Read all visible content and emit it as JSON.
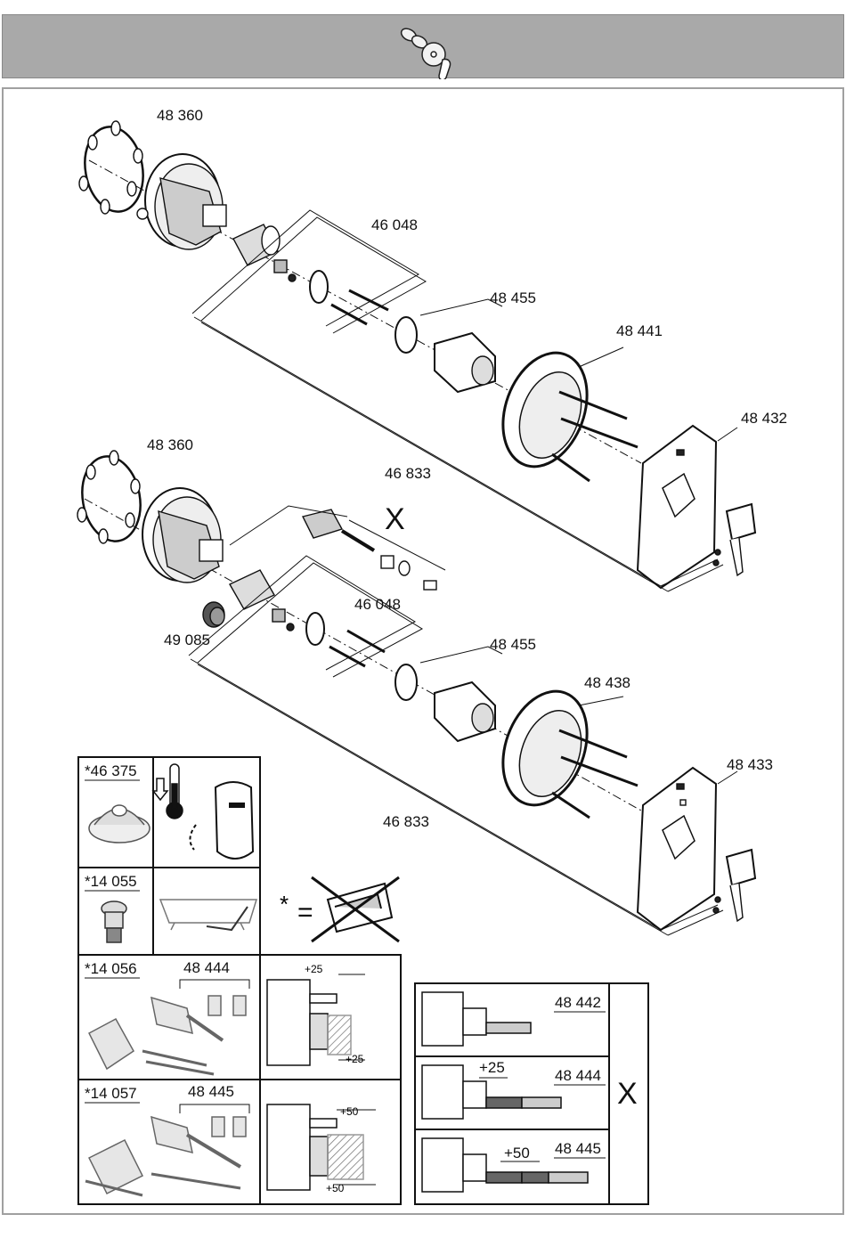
{
  "header": {
    "icon": "faucet-parts-icon"
  },
  "upper_assembly": {
    "parts": [
      "48 360",
      "46 048",
      "48 455",
      "48 441",
      "48 432",
      "46 833"
    ]
  },
  "lower_assembly": {
    "parts": [
      "48 360",
      "46 048",
      "49 085",
      "48 455",
      "48 438",
      "48 433",
      "46 833"
    ],
    "diverter_mark": "X"
  },
  "accessories": {
    "cell1": {
      "part": "*46 375",
      "icons": [
        "cap-icon",
        "thermometer-icon",
        "handle-icon"
      ]
    },
    "cell2": {
      "part": "*14 055",
      "icons": [
        "adapter-icon",
        "bathtub-icon"
      ]
    },
    "not_included": {
      "star": "*",
      "equals": "=",
      "icon": "crossed-box-icon"
    },
    "cell3": {
      "part": "*14 056",
      "kit": "48 444",
      "dim_top": "+25",
      "dim_bottom": "+25"
    },
    "cell4": {
      "part": "*14 057",
      "kit": "48 445",
      "dim_top": "+50",
      "dim_bottom": "+50"
    }
  },
  "extensions": {
    "rows": [
      {
        "part": "48 442",
        "dim": ""
      },
      {
        "part": "48 444",
        "dim": "+25"
      },
      {
        "part": "48 445",
        "dim": "+50"
      }
    ],
    "mark": "X"
  }
}
